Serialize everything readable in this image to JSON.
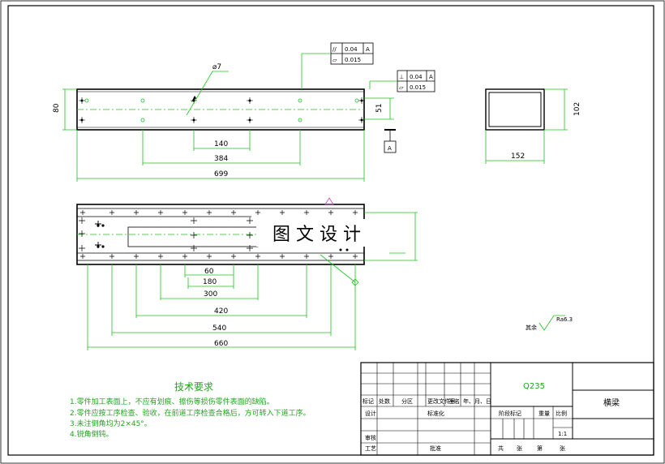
{
  "top_view": {
    "diameter_label": "⌀7",
    "height_label": "80",
    "dims": [
      "140",
      "384",
      "699"
    ],
    "offset_label": "51",
    "gdt_top": [
      {
        "sym": "//",
        "value": "0.04",
        "ref": "A"
      },
      {
        "sym": "▱",
        "value": "0.015",
        "ref": ""
      }
    ],
    "gdt_right": [
      {
        "sym": "⊥",
        "value": "0.04",
        "ref": "A"
      },
      {
        "sym": "▱",
        "value": "0.015",
        "ref": ""
      }
    ],
    "datum_label": "A"
  },
  "end_view": {
    "width_label": "152",
    "height_label": "102"
  },
  "front_view": {
    "dims": [
      "60",
      "180",
      "300",
      "420",
      "540",
      "660"
    ],
    "watermark": "图 文 设 计"
  },
  "roughness": {
    "prefix": "其余",
    "value": "Ra6.3"
  },
  "tech": {
    "title": "技术要求",
    "items": [
      "1.零件加工表面上，不应有划痕、擦伤等损伤零件表面的缺陷。",
      "2.零件应按工序检查、验收，在前道工序检查合格后，方可转入下道工序。",
      "3.未注倒角均为2×45°。",
      "4.锐角倒钝。"
    ]
  },
  "title_block": {
    "material": "Q235",
    "part_name": "横梁",
    "headers": [
      "标记",
      "处数",
      "分区",
      "更改文件号",
      "签名",
      "年、月、日"
    ],
    "design": "设计",
    "standardize": "标准化",
    "stage_mark": "阶段标记",
    "weight": "重量",
    "scale_label": "比例",
    "scale": "1:1",
    "review": "审核",
    "process": "工艺",
    "approve": "批准",
    "sheet_total": "共",
    "sheet_word": "张",
    "sheet_no": "第",
    "sheet_word2": "张"
  }
}
